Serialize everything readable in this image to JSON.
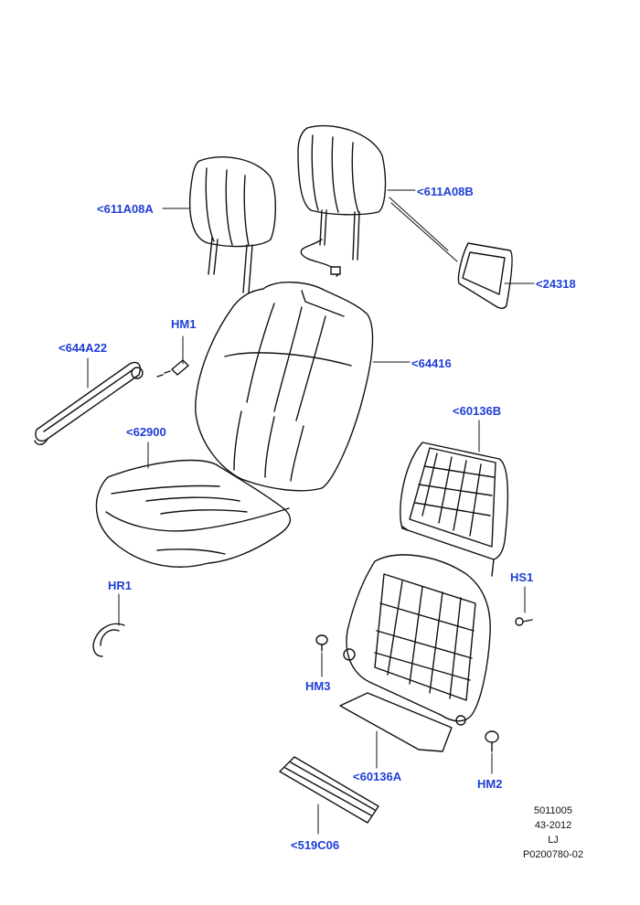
{
  "colors": {
    "label": "#1f3fd6",
    "line": "#111111"
  },
  "labels": {
    "hr_a": "<611A08A",
    "hr_b": "<611A08B",
    "switch": "<24318",
    "backrest": "<64416",
    "armrest": "<644A22",
    "hm1": "HM1",
    "cushion": "<62900",
    "frame_back": "<60136B",
    "hs1": "HS1",
    "hr1": "HR1",
    "hm3": "HM3",
    "frame_base": "<60136A",
    "hm2": "HM2",
    "trim": "<519C06"
  },
  "reference": {
    "line1": "5011005",
    "line2": "43-2012",
    "line3": "LJ",
    "line4": "P0200780-02"
  }
}
